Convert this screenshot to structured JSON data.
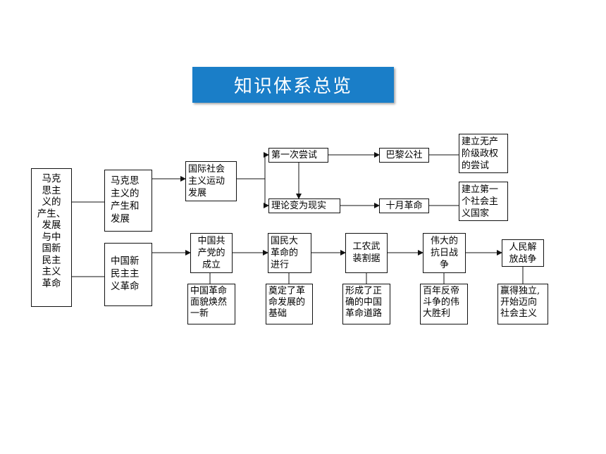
{
  "banner": {
    "title": "知识体系总览"
  },
  "nodes": {
    "root": "马克\n思主\n义的\n产生、\n发展\n与中\n国新\n民主\n主义\n革命",
    "marxism": "马克思\n主义的\n产生和\n发展",
    "new_democratic": "中国新\n民主主\n义革命",
    "intl_socialism": "国际社会\n主义运动\n发展",
    "first_attempt": "第一次尝试",
    "theory_reality": "理论变为现实",
    "paris_commune": "巴黎公社",
    "october_revolution": "十月革命",
    "proletarian_regime": "建立无产\n阶级政权\n的尝试",
    "first_socialist_state": "建立第一\n个社会主\n义国家",
    "cpc_founding": "中国共\n产党的\n成立",
    "national_revolution": "国民大\n革命的\n进行",
    "armed_separatism": "工农武\n装割据",
    "anti_japanese_war": "伟大的\n抗日战\n争",
    "liberation_war": "人民解\n放战争",
    "result_cpc": "中国革命\n面貌焕然\n一新",
    "result_national": "奠定了革\n命发展的\n基础",
    "result_armed": "形成了正\n确的中国\n革命道路",
    "result_anti_japanese": "百年反帝\n斗争的伟\n大胜利",
    "result_liberation": "赢得独立,\n开始迈向\n社会主义"
  }
}
